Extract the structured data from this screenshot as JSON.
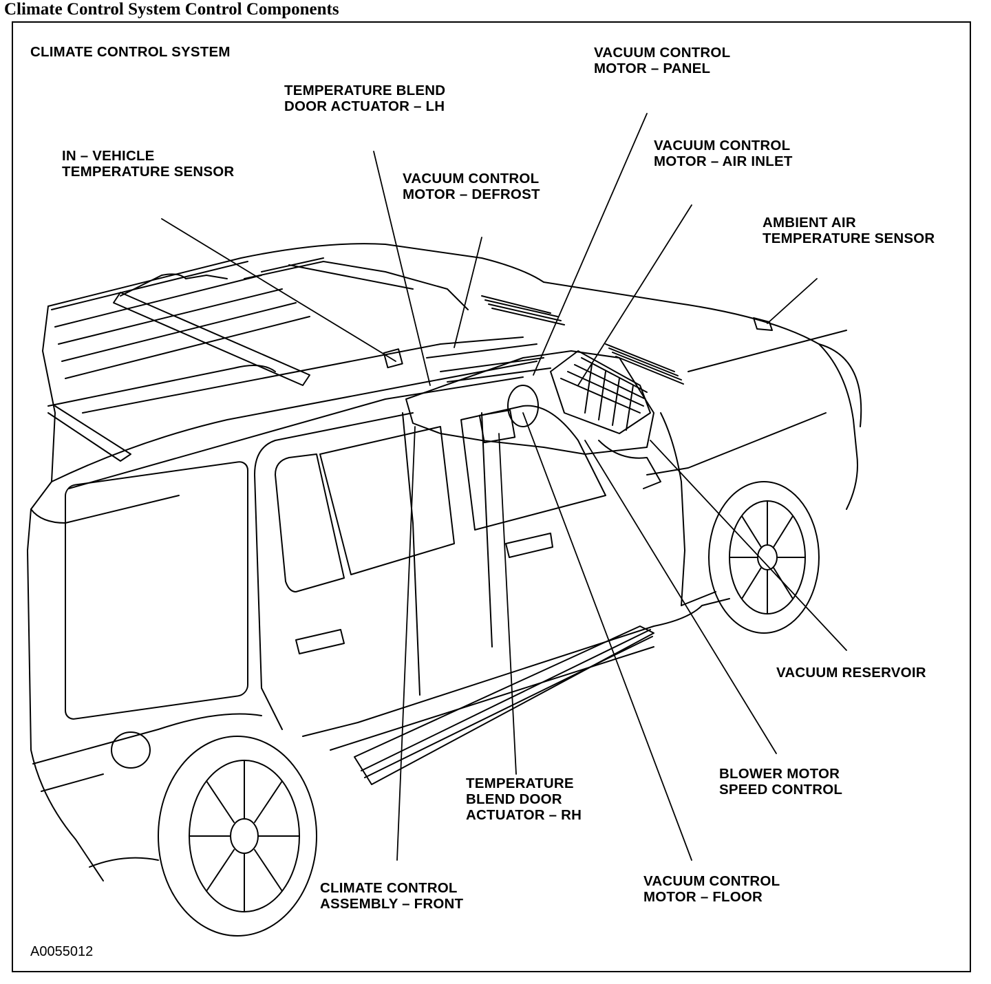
{
  "title": "Climate Control System Control Components",
  "diagram_heading": "CLIMATE CONTROL SYSTEM",
  "figure_code": "A0055012",
  "labels": {
    "in_vehicle_sensor": [
      "IN – VEHICLE",
      "TEMPERATURE SENSOR"
    ],
    "temp_blend_lh": [
      "TEMPERATURE BLEND",
      "DOOR ACTUATOR – LH"
    ],
    "vac_defrost": [
      "VACUUM CONTROL",
      "MOTOR – DEFROST"
    ],
    "vac_panel": [
      "VACUUM CONTROL",
      "MOTOR – PANEL"
    ],
    "vac_air_inlet": [
      "VACUUM CONTROL",
      "MOTOR – AIR INLET"
    ],
    "ambient_sensor": [
      "AMBIENT AIR",
      "TEMPERATURE SENSOR"
    ],
    "vac_reservoir": [
      "VACUUM RESERVOIR"
    ],
    "blower_speed": [
      "BLOWER MOTOR",
      "SPEED CONTROL"
    ],
    "temp_blend_rh": [
      "TEMPERATURE",
      "BLEND DOOR",
      "ACTUATOR – RH"
    ],
    "climate_assembly": [
      "CLIMATE CONTROL",
      "ASSEMBLY – FRONT"
    ],
    "vac_floor": [
      "VACUUM CONTROL",
      "MOTOR – FLOOR"
    ]
  }
}
